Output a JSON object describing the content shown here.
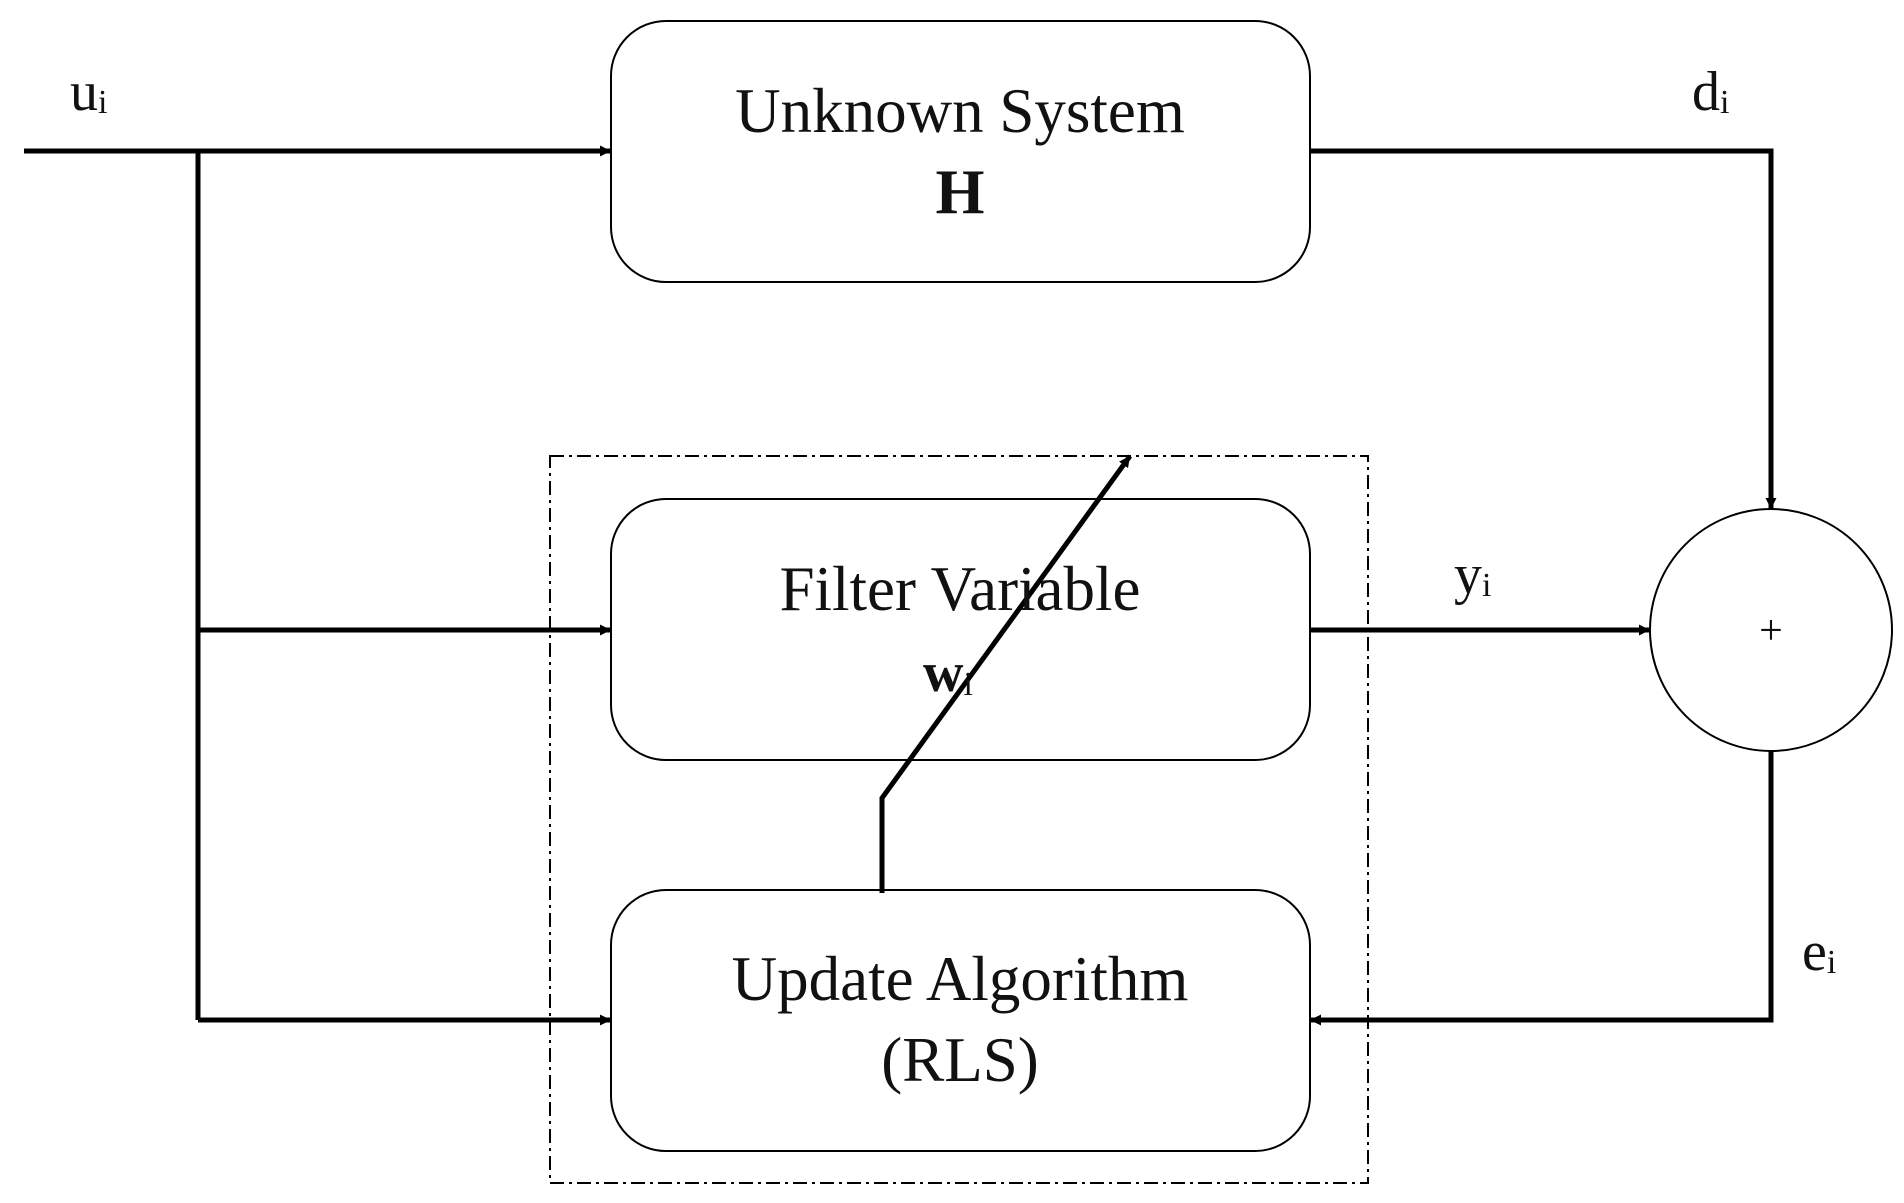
{
  "colors": {
    "stroke": "#000000",
    "background": "#ffffff",
    "text": "#111111"
  },
  "blocks": {
    "unknown_system": {
      "line1": "Unknown System",
      "line2": "H"
    },
    "filter_variable": {
      "line1": "Filter Variable",
      "symbol": "w",
      "subscript": "i"
    },
    "update_algorithm": {
      "line1": "Update Algorithm",
      "line2": "(RLS)"
    }
  },
  "summing_junction": {
    "sign": "+"
  },
  "signals": {
    "input": {
      "symbol": "u",
      "subscript": "i"
    },
    "desired": {
      "symbol": "d",
      "subscript": "i"
    },
    "output": {
      "symbol": "y",
      "subscript": "i"
    },
    "error": {
      "symbol": "e",
      "subscript": "i"
    }
  }
}
